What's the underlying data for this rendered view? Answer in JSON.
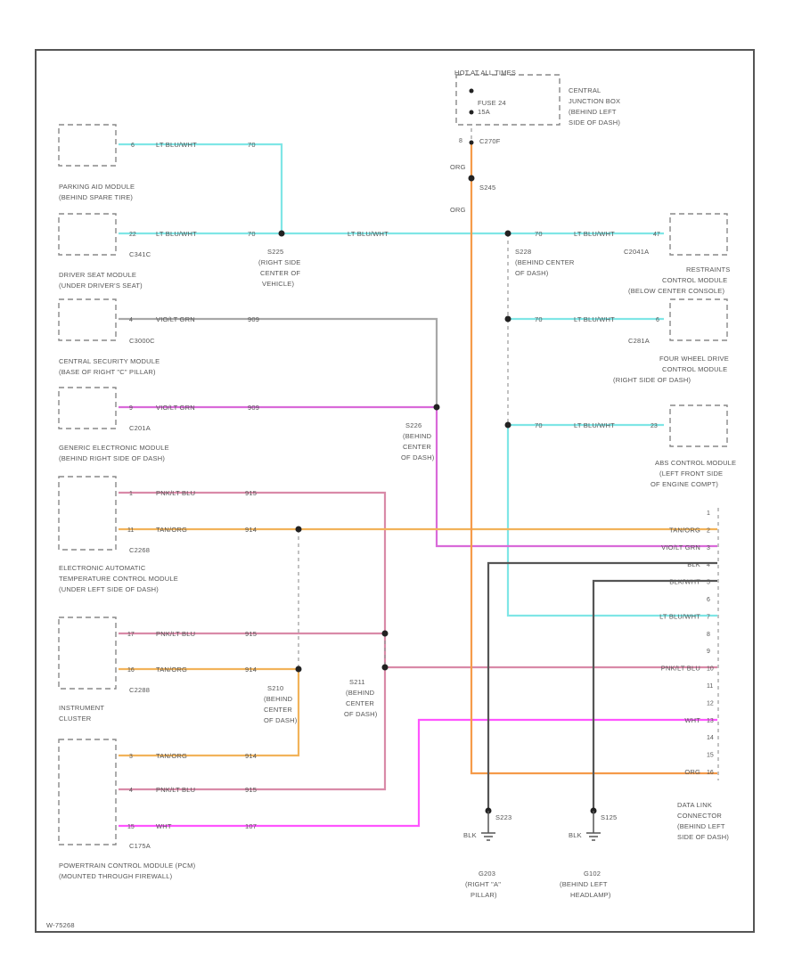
{
  "footer_code": "W-75268",
  "power": {
    "hot_label": "HOT AT ALL TIMES",
    "fuse_label": "FUSE 24",
    "fuse_rating": "15A",
    "cjb_label": [
      "CENTRAL",
      "JUNCTION BOX",
      "(BEHIND LEFT",
      "SIDE OF DASH)"
    ],
    "pin": "8",
    "connector": "C270F",
    "wire_color_1": "ORG",
    "splice": "S245",
    "wire_color_2": "ORG"
  },
  "modules": {
    "parking_aid": {
      "lines": [
        "PARKING AID MODULE",
        "(BEHIND SPARE TIRE)"
      ],
      "pin": "6",
      "wire": "LT BLU/WHT",
      "circuit": "70"
    },
    "driver_seat": {
      "lines": [
        "DRIVER SEAT MODULE",
        "(UNDER DRIVER'S SEAT)"
      ],
      "pin": "22",
      "wire": "LT BLU/WHT",
      "circuit": "70",
      "connector": "C341C"
    },
    "central_security": {
      "lines": [
        "CENTRAL SECURITY MODULE",
        "(BASE OF RIGHT \"C\" PILLAR)"
      ],
      "pin": "4",
      "wire": "VIO/LT GRN",
      "circuit": "909",
      "connector": "C3000C"
    },
    "generic_electronic": {
      "lines": [
        "GENERIC ELECTRONIC MODULE",
        "(BEHIND RIGHT SIDE OF DASH)"
      ],
      "pin": "9",
      "wire": "VIO/LT GRN",
      "circuit": "909",
      "connector": "C201A"
    },
    "eatc": {
      "lines": [
        "ELECTRONIC AUTOMATIC",
        "TEMPERATURE CONTROL MODULE",
        "(UNDER LEFT SIDE OF DASH)"
      ],
      "pin1": "1",
      "wire1": "PNK/LT BLU",
      "circuit1": "915",
      "pin2": "11",
      "wire2": "TAN/ORG",
      "circuit2": "914",
      "connector": "C2268"
    },
    "cluster": {
      "lines": [
        "INSTRUMENT",
        "CLUSTER"
      ],
      "pin1": "17",
      "wire1": "PNK/LT BLU",
      "circuit1": "915",
      "pin2": "16",
      "wire2": "TAN/ORG",
      "circuit2": "914",
      "connector": "C2288"
    },
    "pcm": {
      "lines": [
        "POWERTRAIN CONTROL MODULE (PCM)",
        "(MOUNTED THROUGH FIREWALL)"
      ],
      "pin1": "3",
      "wire1": "TAN/ORG",
      "circuit1": "914",
      "pin2": "4",
      "wire2": "PNK/LT BLU",
      "circuit2": "915",
      "pin3": "15",
      "wire3": "WHT",
      "circuit3": "107",
      "connector": "C175A"
    },
    "restraints": {
      "lines": [
        "RESTRAINTS",
        "CONTROL MODULE",
        "(BELOW CENTER CONSOLE)"
      ],
      "pin": "47",
      "wire": "LT BLU/WHT",
      "circuit": "70",
      "connector": "C2041A"
    },
    "four_wheel": {
      "lines": [
        "FOUR WHEEL DRIVE",
        "CONTROL MODULE",
        "(RIGHT SIDE OF DASH)"
      ],
      "pin": "6",
      "wire": "LT BLU/WHT",
      "circuit": "70",
      "connector": "C281A"
    },
    "abs": {
      "lines": [
        "ABS CONTROL MODULE",
        "(LEFT FRONT SIDE",
        "OF ENGINE COMPT)"
      ],
      "pin": "23",
      "wire": "LT BLU/WHT",
      "circuit": "70"
    }
  },
  "splices": {
    "s225": {
      "lines": [
        "S225",
        "(RIGHT SIDE",
        "CENTER OF",
        "VEHICLE)"
      ]
    },
    "s228": {
      "lines": [
        "S228",
        "(BEHIND CENTER",
        "OF DASH)"
      ]
    },
    "s226": {
      "lines": [
        "S226",
        "(BEHIND",
        "CENTER",
        "OF DASH)"
      ]
    },
    "s210": {
      "lines": [
        "S210",
        "(BEHIND",
        "CENTER",
        "OF DASH)"
      ]
    },
    "s211": {
      "lines": [
        "S211",
        "(BEHIND",
        "CENTER",
        "OF DASH)"
      ]
    },
    "main_wire": "LT BLU/WHT"
  },
  "dlc": {
    "lines": [
      "DATA LINK",
      "CONNECTOR",
      "(BEHIND LEFT",
      "SIDE OF DASH)"
    ],
    "pins": [
      {
        "pin": "1",
        "wire": ""
      },
      {
        "pin": "2",
        "wire": "TAN/ORG"
      },
      {
        "pin": "3",
        "wire": "VIO/LT GRN"
      },
      {
        "pin": "4",
        "wire": "BLK"
      },
      {
        "pin": "5",
        "wire": "BLK/WHT"
      },
      {
        "pin": "6",
        "wire": ""
      },
      {
        "pin": "7",
        "wire": "LT BLU/WHT"
      },
      {
        "pin": "8",
        "wire": ""
      },
      {
        "pin": "9",
        "wire": ""
      },
      {
        "pin": "10",
        "wire": "PNK/LT BLU"
      },
      {
        "pin": "11",
        "wire": ""
      },
      {
        "pin": "12",
        "wire": ""
      },
      {
        "pin": "13",
        "wire": "WHT"
      },
      {
        "pin": "14",
        "wire": ""
      },
      {
        "pin": "15",
        "wire": ""
      },
      {
        "pin": "16",
        "wire": "ORG"
      }
    ]
  },
  "grounds": {
    "g203": {
      "splice": "S223",
      "wire": "BLK",
      "lines": [
        "G203",
        "(RIGHT \"A\"",
        "PILLAR)"
      ]
    },
    "g102": {
      "splice": "S125",
      "wire": "BLK",
      "lines": [
        "G102",
        "(BEHIND LEFT",
        "HEADLAMP)"
      ]
    }
  },
  "colors": {
    "lt_blu_wht": "#7fe6e6",
    "vio_lt_grn": "#a8a8a8",
    "vio_lt_grn_alt": "#d96ad9",
    "pnk_lt_blu": "#d98aa8",
    "tan_org": "#f2b35a",
    "org": "#f59b4a",
    "wht": "#ff55ff",
    "blk": "#555555",
    "frame": "#555555"
  }
}
